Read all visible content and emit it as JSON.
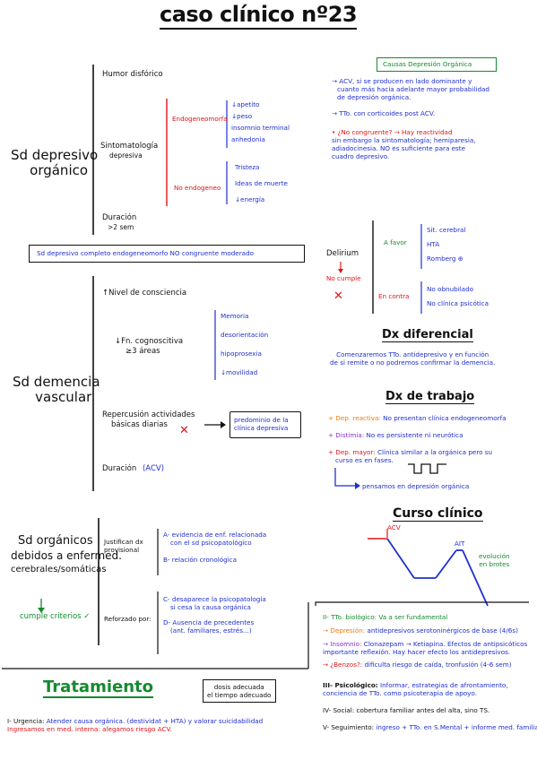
{
  "title": "caso clínico nº23",
  "sd_depresivo": {
    "label_line1": "Sd depresivo",
    "label_line2": "orgánico",
    "humor": "Humor disfórico",
    "sintomatologia_line1": "Sintomatología",
    "sintomatologia_line2": "depresiva",
    "endogeneomorfa": "Endogeneomorfa",
    "endo_items": [
      "↓apetito",
      "↓peso",
      "insomnio terminal",
      "anhedonia"
    ],
    "no_endogeneo": "No endogeneo",
    "no_endo_items": [
      "Tristeza",
      "Ideas de muerte",
      "↓energía"
    ],
    "duracion_line1": "Duración",
    "duracion_line2": ">2 sem"
  },
  "summary_box": "Sd depresivo completo endogeneomorfo NO congruente moderado",
  "causas": {
    "title": "Causas Depresión Orgánica",
    "line1": "→ ACV, si se producen en lado dominante y",
    "line2": "cuanto más hacia adelante mayor probabilidad",
    "line3": "de depresión orgánica.",
    "line4": "→ TTo. con corticoides post ACV.",
    "q1": "• ¿No congruente? → Hay reactividad",
    "q2": "sin embargo la sintomatología; hemiparesia,",
    "q3": "adiadocinesia. NO es suficiente para este",
    "q4": "cuadro depresivo."
  },
  "delirium": {
    "label": "Delirium",
    "no_cumple_line1": "No cumple",
    "a_favor": "A favor",
    "favor_items": [
      "Sit. cerebral",
      "HTA",
      "Romberg ⊕"
    ],
    "en_contra": "En contra",
    "contra_items": [
      "No obnubilado",
      "No clínica psicótica"
    ]
  },
  "sd_demencia": {
    "label_line1": "Sd demencia",
    "label_line2": "vascular",
    "nivel": "↑Nivel de consciencia",
    "fn_line1": "↓Fn. cognoscitiva",
    "fn_line2": "≥3 áreas",
    "fn_items": [
      "Memoria",
      "desorientación",
      "hipoprosexia",
      "↓movilidad"
    ],
    "rep_line1": "Repercusión actividades",
    "rep_line2": "básicas diarias",
    "predominio_line1": "predominio de la",
    "predominio_line2": "clínica depresiva",
    "duracion": "Duración",
    "duracion_acv": "(ACV)"
  },
  "dx_diferencial": {
    "title": "Dx diferencial",
    "line1": "Comenzaremos TTo. antidepresivo y en función",
    "line2": "de si remite o no podremos confirmar la demencia."
  },
  "dx_trabajo": {
    "title": "Dx de trabajo",
    "item1_label": "+ Dep. reactiva:",
    "item1_text": "No presentan clínica endogeneomorfa",
    "item2_label": "+ Distimia:",
    "item2_text": "No es persistente ni neurótica",
    "item3_label": "+ Dep. mayor:",
    "item3_text_line1": "Clínica similar a la orgánica pero su",
    "item3_text_line2": "curso es en fases.",
    "pensamos": "pensamos en depresión orgánica"
  },
  "curso": {
    "title": "Curso clínico",
    "acv": "ACV",
    "ait": "AIT",
    "evol_line1": "evolución",
    "evol_line2": "en brotes"
  },
  "sd_organicos": {
    "label_line1": "Sd orgánicos",
    "label_line2": "debidos a enfermed.",
    "label_line3": "cerebrales/somáticas",
    "cumple": "cumple criterios ✓",
    "justifican_line1": "Justifican dx",
    "justifican_line2": "provisional",
    "a_line1": "A- evidencia de enf. relacionada",
    "a_line2": "con el sd psicopatológico",
    "b_line": "B- relación cronológica",
    "reforzado": "Reforzado por:",
    "c_line1": "C- desaparece la psicopatología",
    "c_line2": "si cesa la causa orgánica",
    "d_line1": "D- Ausencia de precedentes",
    "d_line2": "(ant. familiares, estrés...)"
  },
  "tratamiento": {
    "title": "Tratamiento",
    "dosis_line1": "dosis adecuada",
    "dosis_line2": "el tiempo adecuado",
    "i_label": "I- Urgencia:",
    "i_text": "Atender causa orgánica. (destividat + HTA) y valorar suicidabilidad",
    "i_ingresamos": "Ingresamos en med. interna: alegamos riesgo ACV.",
    "ii_title": "II- TTo. biológico: Va a ser fundamental",
    "ii_dep_label": "→ Depresión:",
    "ii_dep_text": "antidepresivos serotoninérgicos de base (4/6s)",
    "ii_ins_label": "→ Insomnio:",
    "ii_ins_text": "Clonazepam → Ketiapina. Efectos de antipsicóticos",
    "ii_ins_text2": "importante reflexión. Hay hacer efecto los antidepresivos.",
    "ii_bzd_label": "→ ¿Benzos?:",
    "ii_bzd_text": "dificulta riesgo de caída, tronfusión (4-6 sem)",
    "iii_label": "III- Psicológico:",
    "iii_text": "Informar, estrategias de afrontamiento,",
    "iii_text2": "conciencia de TTo. como psicoterapia de apoyo.",
    "iv_text": "IV- Social: cobertura familiar antes del alta, sino TS.",
    "v_label": "V- Seguimiento:",
    "v_text": "ingreso + TTo. en S.Mental + informe med. familia"
  }
}
